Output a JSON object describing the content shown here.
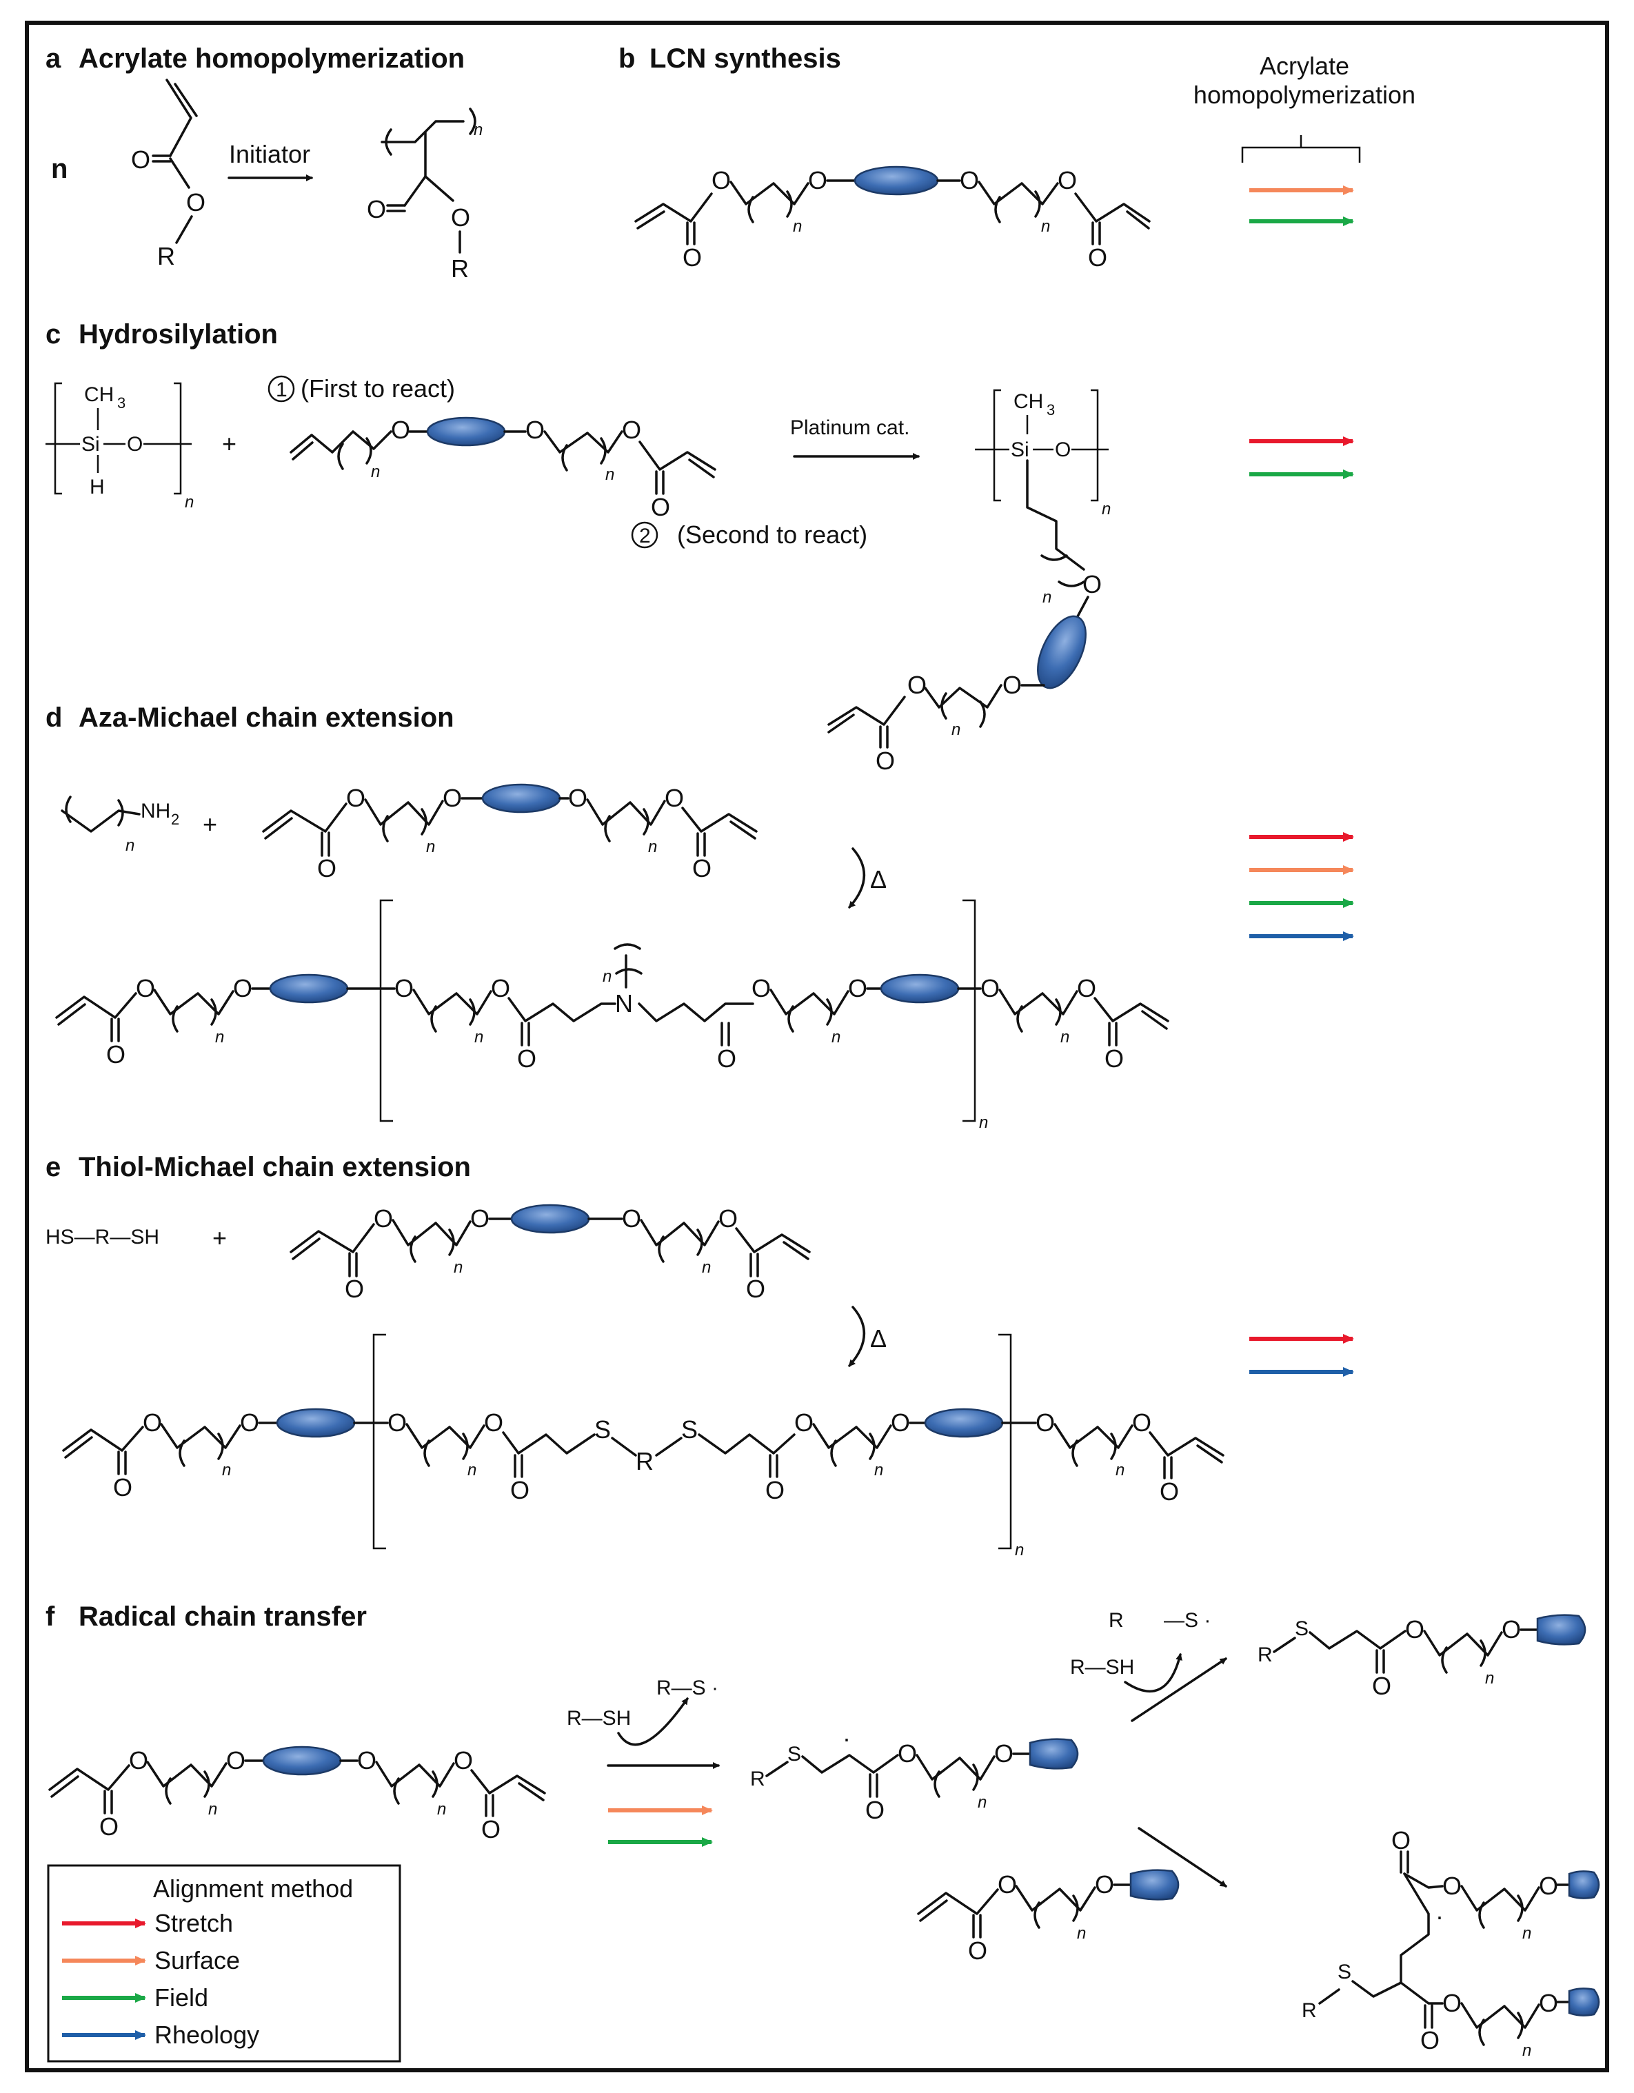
{
  "panels": {
    "a": {
      "letter": "a",
      "title": "Acrylate homopolymerization",
      "coefficient": "n",
      "initiator": "Initiator",
      "R": "R",
      "O": "O",
      "n": "n"
    },
    "b": {
      "letter": "b",
      "title": "LCN synthesis",
      "O": "O",
      "n": "n"
    },
    "c": {
      "letter": "c",
      "title": "Hydrosilylation",
      "CH3": "CH",
      "CH3_sub": "3",
      "Si": "Si",
      "O": "O",
      "H": "H",
      "n": "n",
      "plus": "+",
      "step1_num": "1",
      "step1_text": "(First to react)",
      "step2_num": "2",
      "step2_text": "(Second to react)",
      "catalyst": "Platinum cat."
    },
    "d": {
      "letter": "d",
      "title": "Aza-Michael chain extension",
      "NH": "NH",
      "NH_sub": "2",
      "N": "N",
      "O": "O",
      "n": "n",
      "plus": "+",
      "delta": "Δ"
    },
    "e": {
      "letter": "e",
      "title": "Thiol-Michael chain extension",
      "dithiol": "HS—R—SH",
      "S": "S",
      "R": "R",
      "O": "O",
      "n": "n",
      "plus": "+",
      "delta": "Δ"
    },
    "f": {
      "letter": "f",
      "title": "Radical chain transfer",
      "thiol": "R—SH",
      "thiyl": "R—S ·",
      "R": "R",
      "S": "S",
      "radical_s": "—S ·",
      "O": "O",
      "n": "n",
      "dot": "·"
    }
  },
  "header": {
    "line1": "Acrylate",
    "line2": "homopolymerization"
  },
  "legend": {
    "title": "Alignment method",
    "items": [
      {
        "label": "Stretch",
        "color": "#e8192c"
      },
      {
        "label": "Surface",
        "color": "#f5875a"
      },
      {
        "label": "Field",
        "color": "#1aa846"
      },
      {
        "label": "Rheology",
        "color": "#1f5fa8"
      }
    ]
  },
  "method_colors": {
    "stretch": "#e8192c",
    "surface": "#f5875a",
    "field": "#1aa846",
    "rheology": "#1f5fa8"
  },
  "mesogen_color": "#3d6db3",
  "icons": [
    "arrow-icon",
    "mesogen-ellipse-icon",
    "bracket-icon",
    "circled-number-icon"
  ]
}
